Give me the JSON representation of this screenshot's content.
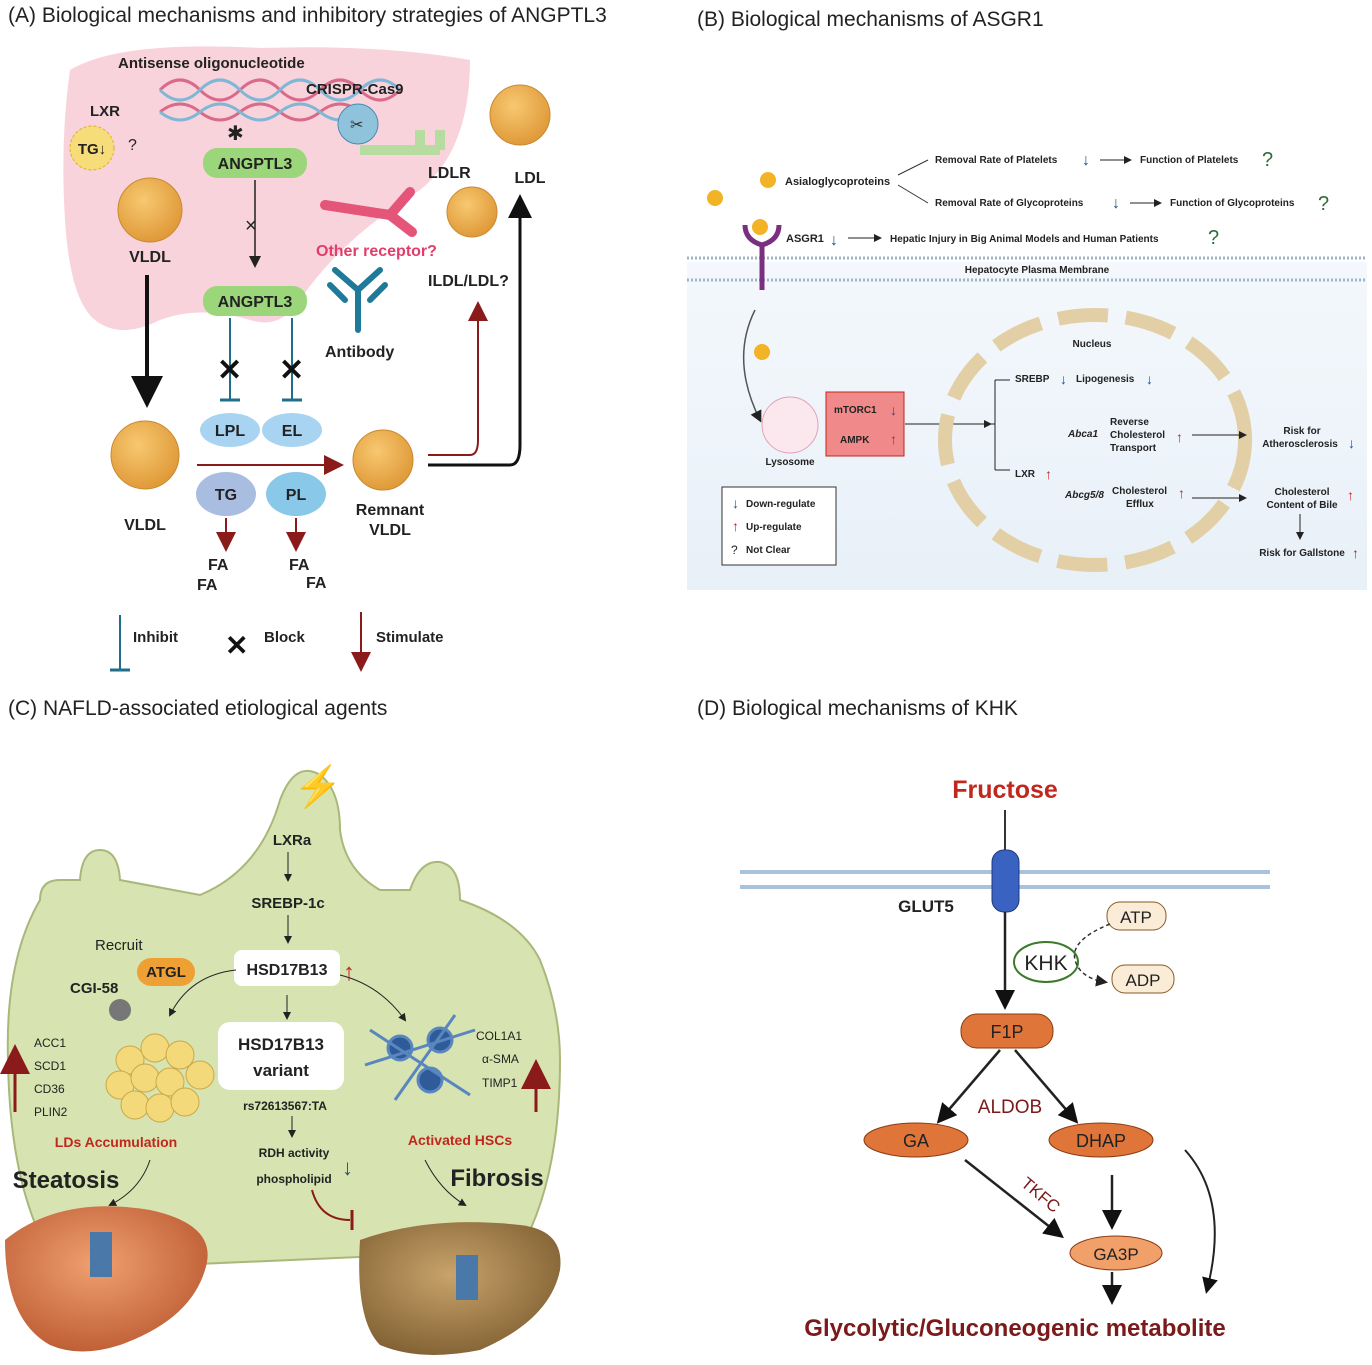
{
  "panelA": {
    "title": "(A) Biological mechanisms and inhibitory strategies of ANGPTL3",
    "aso": "Antisense oligonucleotide",
    "crispr": "CRISPR-Cas9",
    "lxr": "LXR",
    "tg_down": "TG↓",
    "question": "?",
    "angptl3_top": "ANGPTL3",
    "angptl3_mid": "ANGPTL3",
    "ldlr": "LDLR",
    "ldl": "LDL",
    "vldl_liver": "VLDL",
    "other_receptor": "Other receptor?",
    "ildl": "ILDL/LDL?",
    "antibody": "Antibody",
    "lpl": "LPL",
    "el": "EL",
    "tg": "TG",
    "pl": "PL",
    "vldl": "VLDL",
    "remnant1": "Remnant",
    "remnant2": "VLDL",
    "fa1": "FA",
    "fa2": "FA",
    "fa3": "FA",
    "fa4": "FA",
    "legend_inhibit": "Inhibit",
    "legend_block": "Block",
    "legend_stimulate": "Stimulate"
  },
  "panelB": {
    "title": "(B) Biological mechanisms of ASGR1",
    "asialo": "Asialoglycoproteins",
    "removal_platelets": "Removal Rate of Platelets",
    "function_platelets": "Function of Platelets",
    "removal_glyco": "Removal Rate of Glycoproteins",
    "function_glyco": "Function of Glycoproteins",
    "asgr1": "ASGR1",
    "hepatic_injury": "Hepatic Injury in Big Animal Models and Human Patients",
    "membrane": "Hepatocyte Plasma Membrane",
    "nucleus": "Nucleus",
    "mtorc1": "mTORC1",
    "ampk": "AMPK",
    "lysosome": "Lysosome",
    "srebp": "SREBP",
    "lipogenesis": "Lipogenesis",
    "abca1": "Abca1",
    "reverse1": "Reverse",
    "reverse2": "Cholesterol",
    "reverse3": "Transport",
    "lxr": "LXR",
    "abcg": "Abcg5/8",
    "efflux1": "Cholesterol",
    "efflux2": "Efflux",
    "risk_ath1": "Risk for",
    "risk_ath2": "Atherosclerosis",
    "chol_bile1": "Cholesterol",
    "chol_bile2": "Content of Bile",
    "risk_gall": "Risk for Gallstone",
    "leg_down": "Down-regulate",
    "leg_up": "Up-regulate",
    "leg_nc": "Not Clear",
    "q": "?"
  },
  "panelC": {
    "title": "(C) NAFLD-associated etiological agents",
    "lxra": "LXRa",
    "srebp1c": "SREBP-1c",
    "hsd": "HSD17B13",
    "recruit": "Recruit",
    "atgl": "ATGL",
    "cgi58": "CGI-58",
    "variant1": "HSD17B13",
    "variant2": "variant",
    "rs": "rs72613567:TA",
    "rdh": "RDH activity",
    "phospho": "phospholipid",
    "genes_left": [
      "ACC1",
      "SCD1",
      "CD36",
      "PLIN2"
    ],
    "genes_right": [
      "COL1A1",
      "α-SMA",
      "TIMP1"
    ],
    "lds": "LDs Accumulation",
    "hscs": "Activated HSCs",
    "steatosis": "Steatosis",
    "fibrosis": "Fibrosis"
  },
  "panelD": {
    "title": "(D) Biological mechanisms of KHK",
    "fructose": "Fructose",
    "glut5": "GLUT5",
    "atp": "ATP",
    "khk": "KHK",
    "adp": "ADP",
    "f1p": "F1P",
    "aldob": "ALDOB",
    "ga": "GA",
    "dhap": "DHAP",
    "tkfc": "TKFC",
    "ga3p": "GA3P",
    "metabolite": "Glycolytic/Gluconeogenic metabolite"
  },
  "colors": {
    "liver_pink": "#f9d3dc",
    "green_box": "#9cd67a",
    "dark_red": "#8b1a1a",
    "teal": "#1f6f8b",
    "cell_green": "#d7e3b0",
    "orange_node": "#e0753a",
    "fructose_red": "#c0281e"
  }
}
